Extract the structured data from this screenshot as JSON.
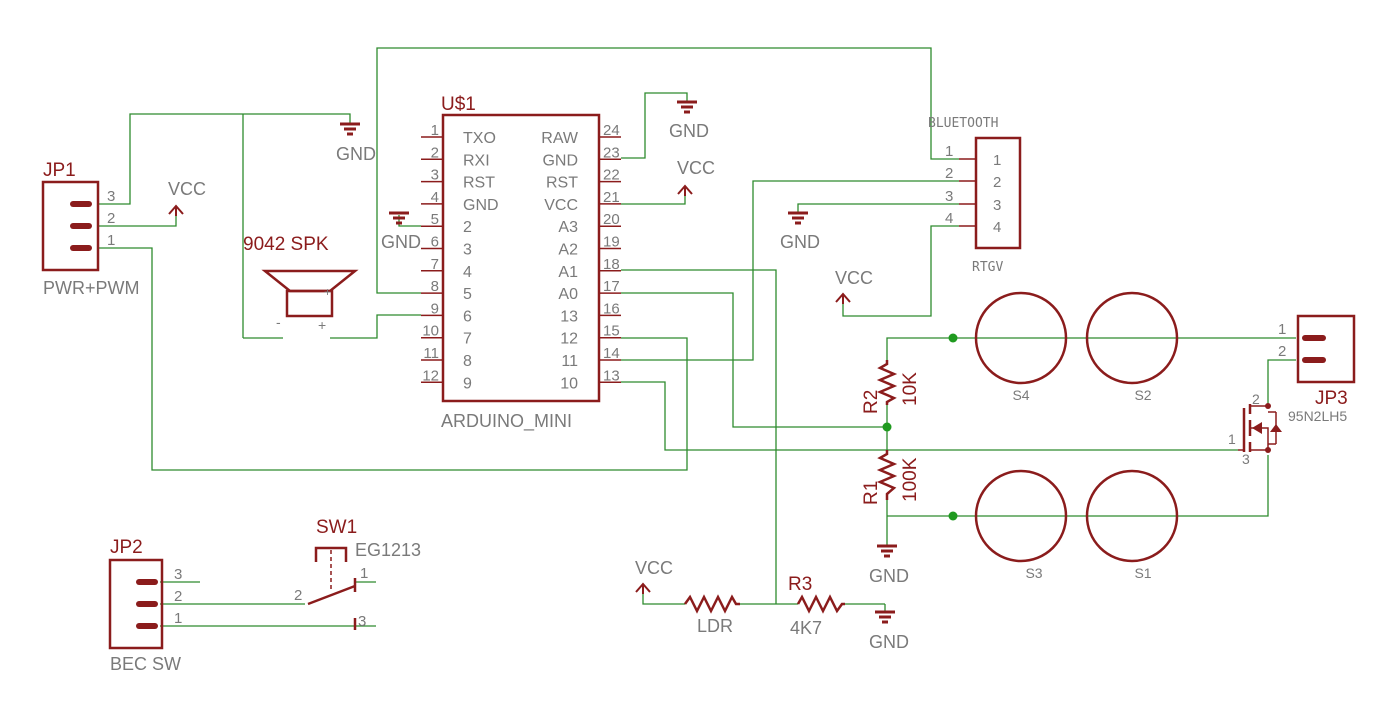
{
  "colors": {
    "part": "#8b1c1c",
    "wire": "#2e8b2e",
    "label": "#7a7a7a",
    "junction": "#1f9a1f"
  },
  "mcu": {
    "name": "U$1",
    "value": "ARDUINO_MINI",
    "left_pins": [
      "1",
      "2",
      "3",
      "4",
      "5",
      "6",
      "7",
      "8",
      "9",
      "10",
      "11",
      "12"
    ],
    "left_labels": [
      "TXO",
      "RXI",
      "RST",
      "GND",
      "2",
      "3",
      "4",
      "5",
      "6",
      "7",
      "8",
      "9"
    ],
    "right_labels": [
      "RAW",
      "GND",
      "RST",
      "VCC",
      "A3",
      "A2",
      "A1",
      "A0",
      "13",
      "12",
      "11",
      "10"
    ],
    "right_pins": [
      "24",
      "23",
      "22",
      "21",
      "20",
      "19",
      "18",
      "17",
      "16",
      "15",
      "14",
      "13"
    ]
  },
  "jp1": {
    "name": "JP1",
    "value": "PWR+PWM",
    "pins": [
      "3",
      "2",
      "1"
    ]
  },
  "jp2": {
    "name": "JP2",
    "value": "BEC SW",
    "pins": [
      "3",
      "2",
      "1"
    ]
  },
  "jp3": {
    "name": "JP3",
    "pins": [
      "1",
      "2"
    ]
  },
  "bluetooth": {
    "title": "BLUETOOTH",
    "value": "RTGV",
    "pins": [
      "1",
      "2",
      "3",
      "4"
    ]
  },
  "speaker": {
    "value": "9042 SPK",
    "minus": "-",
    "plus": "+"
  },
  "sw1": {
    "name": "SW1",
    "value": "EG1213",
    "pins": [
      "1",
      "2",
      "3"
    ]
  },
  "r1": {
    "name": "R1",
    "value": "100K"
  },
  "r2": {
    "name": "R2",
    "value": "10K"
  },
  "r3": {
    "name": "R3",
    "value": "4K7"
  },
  "ldr": {
    "value": "LDR"
  },
  "mosfet": {
    "value": "95N2LH5",
    "pins": [
      "2",
      "1",
      "3"
    ]
  },
  "sensors": [
    "S4",
    "S2",
    "S3",
    "S1"
  ],
  "power": {
    "gnd": "GND",
    "vcc": "VCC"
  }
}
